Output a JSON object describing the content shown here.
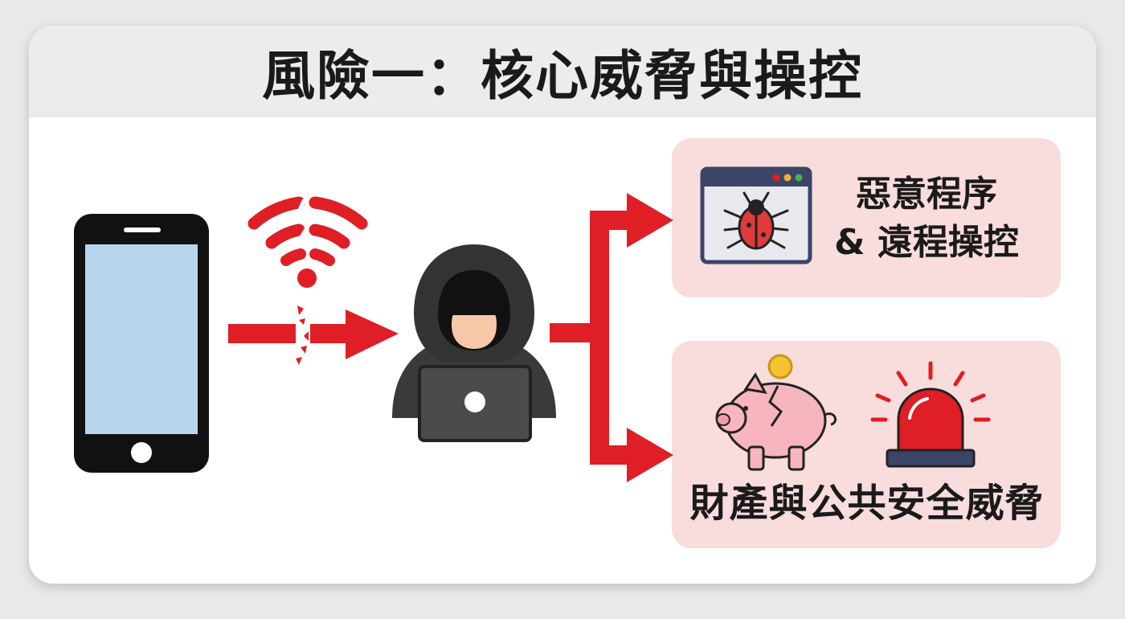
{
  "title": "風險一：核心威脅與操控",
  "panels": {
    "malware": {
      "line1": "惡意程序",
      "line2": "& 遠程操控"
    },
    "threat": {
      "label": "財產與公共安全威脅"
    }
  },
  "icons": [
    "smartphone-icon",
    "broken-wifi-icon",
    "hacker-icon",
    "laptop-icon",
    "bug-browser-icon",
    "broken-piggy-bank-icon",
    "coin-icon",
    "siren-icon"
  ],
  "colors": {
    "arrow_red": "#e01e25",
    "panel_pink": "#f9dcdc",
    "phone_screen": "#b8d5ee",
    "hacker_dark": "#333333"
  }
}
